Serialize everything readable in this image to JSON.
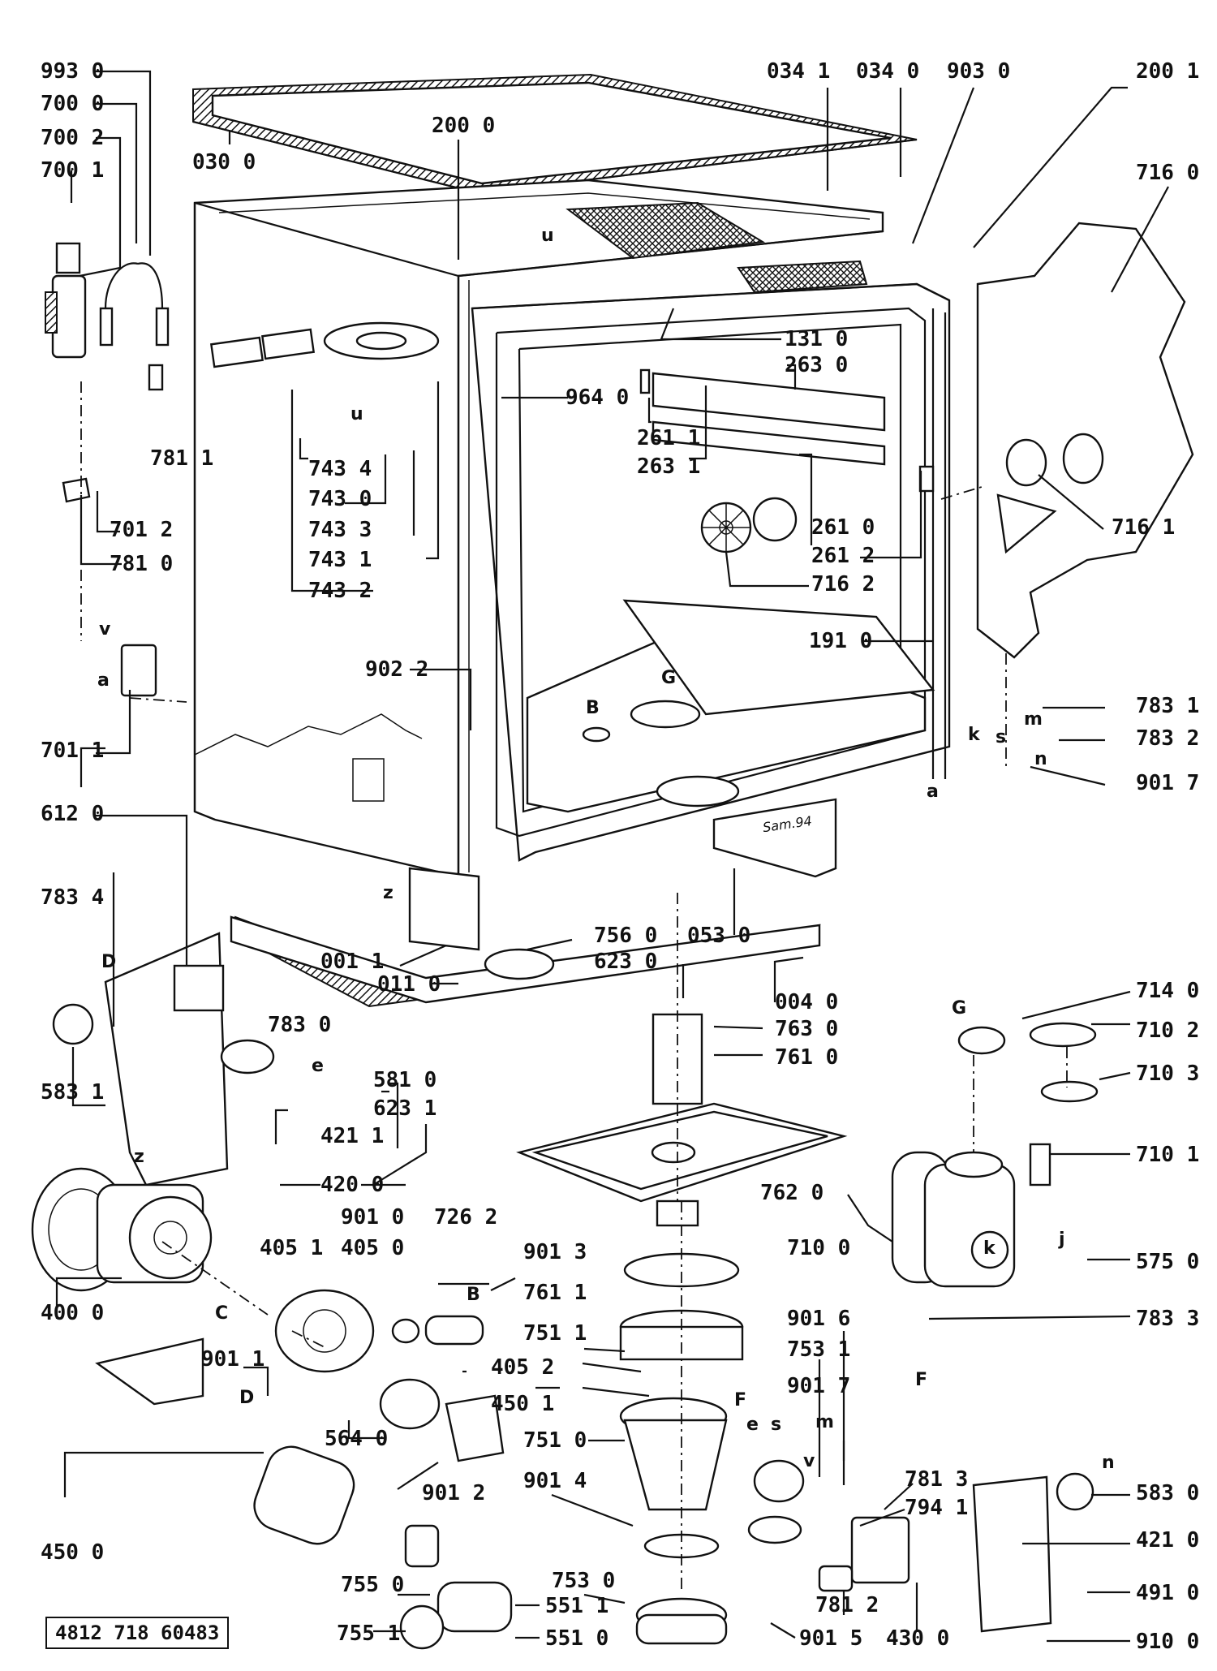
{
  "document_number": "4812 718 60483",
  "callouts": [
    {
      "id": "c-9930",
      "text": "993 0"
    },
    {
      "id": "c-7000",
      "text": "700 0"
    },
    {
      "id": "c-7002",
      "text": "700 2"
    },
    {
      "id": "c-7001",
      "text": "700 1"
    },
    {
      "id": "c-0300",
      "text": "030 0"
    },
    {
      "id": "c-2000",
      "text": "200 0"
    },
    {
      "id": "c-0341",
      "text": "034 1"
    },
    {
      "id": "c-0340",
      "text": "034 0"
    },
    {
      "id": "c-9030",
      "text": "903 0"
    },
    {
      "id": "c-2001",
      "text": "200 1"
    },
    {
      "id": "c-7160",
      "text": "716 0"
    },
    {
      "id": "c-1310",
      "text": "131 0"
    },
    {
      "id": "c-2630",
      "text": "263 0"
    },
    {
      "id": "c-9640",
      "text": "964 0"
    },
    {
      "id": "c-2611",
      "text": "261 1"
    },
    {
      "id": "c-2631",
      "text": "263 1"
    },
    {
      "id": "c-7811a",
      "text": "781 1"
    },
    {
      "id": "c-7434",
      "text": "743 4"
    },
    {
      "id": "c-7430",
      "text": "743 0"
    },
    {
      "id": "c-7433",
      "text": "743 3"
    },
    {
      "id": "c-7431",
      "text": "743 1"
    },
    {
      "id": "c-7432",
      "text": "743 2"
    },
    {
      "id": "c-7012",
      "text": "701 2"
    },
    {
      "id": "c-7810",
      "text": "781 0"
    },
    {
      "id": "c-2610",
      "text": "261 0"
    },
    {
      "id": "c-2612",
      "text": "261 2"
    },
    {
      "id": "c-7162",
      "text": "716 2"
    },
    {
      "id": "c-7161",
      "text": "716 1"
    },
    {
      "id": "c-1910",
      "text": "191 0"
    },
    {
      "id": "c-9022",
      "text": "902 2"
    },
    {
      "id": "c-7831",
      "text": "783 1"
    },
    {
      "id": "c-7832",
      "text": "783 2"
    },
    {
      "id": "c-9017a",
      "text": "901 7"
    },
    {
      "id": "c-7011",
      "text": "701 1"
    },
    {
      "id": "c-6120",
      "text": "612 0"
    },
    {
      "id": "c-7834",
      "text": "783 4"
    },
    {
      "id": "c-7560",
      "text": "756 0"
    },
    {
      "id": "c-0530",
      "text": "053 0"
    },
    {
      "id": "c-0011",
      "text": "001 1"
    },
    {
      "id": "c-6230",
      "text": "623 0"
    },
    {
      "id": "c-0110",
      "text": "011 0"
    },
    {
      "id": "c-0040",
      "text": "004 0"
    },
    {
      "id": "c-7830",
      "text": "783 0"
    },
    {
      "id": "c-7630",
      "text": "763 0"
    },
    {
      "id": "c-7610",
      "text": "761 0"
    },
    {
      "id": "c-7140",
      "text": "714 0"
    },
    {
      "id": "c-7102",
      "text": "710 2"
    },
    {
      "id": "c-7103",
      "text": "710 3"
    },
    {
      "id": "c-5831a",
      "text": "583 1"
    },
    {
      "id": "c-5810",
      "text": "581 0"
    },
    {
      "id": "c-6231",
      "text": "623 1"
    },
    {
      "id": "c-4211",
      "text": "421 1"
    },
    {
      "id": "c-7101",
      "text": "710 1"
    },
    {
      "id": "c-4200",
      "text": "420 0"
    },
    {
      "id": "c-7620",
      "text": "762 0"
    },
    {
      "id": "c-9010",
      "text": "901 0"
    },
    {
      "id": "c-7262",
      "text": "726 2"
    },
    {
      "id": "c-4051",
      "text": "405 1"
    },
    {
      "id": "c-4050",
      "text": "405 0"
    },
    {
      "id": "c-7100",
      "text": "710 0"
    },
    {
      "id": "c-9013",
      "text": "901 3"
    },
    {
      "id": "c-5750",
      "text": "575 0"
    },
    {
      "id": "c-4000",
      "text": "400 0"
    },
    {
      "id": "c-7611",
      "text": "761 1"
    },
    {
      "id": "c-9016",
      "text": "901 6"
    },
    {
      "id": "c-7833",
      "text": "783 3"
    },
    {
      "id": "c-7511",
      "text": "751 1"
    },
    {
      "id": "c-7531",
      "text": "753 1"
    },
    {
      "id": "c-9011",
      "text": "901 1"
    },
    {
      "id": "c-4052",
      "text": "405 2"
    },
    {
      "id": "c-9017b",
      "text": "901 7"
    },
    {
      "id": "c-4501",
      "text": "450 1"
    },
    {
      "id": "c-5640",
      "text": "564 0"
    },
    {
      "id": "c-7510",
      "text": "751 0"
    },
    {
      "id": "c-7813",
      "text": "781 3"
    },
    {
      "id": "c-5830",
      "text": "583 0"
    },
    {
      "id": "c-9012",
      "text": "901 2"
    },
    {
      "id": "c-9014",
      "text": "901 4"
    },
    {
      "id": "c-7941",
      "text": "794 1"
    },
    {
      "id": "c-4500",
      "text": "450 0"
    },
    {
      "id": "c-4210",
      "text": "421 0"
    },
    {
      "id": "c-7550",
      "text": "755 0"
    },
    {
      "id": "c-7530",
      "text": "753 0"
    },
    {
      "id": "c-5511",
      "text": "551 1"
    },
    {
      "id": "c-7812",
      "text": "781 2"
    },
    {
      "id": "c-4910",
      "text": "491 0"
    },
    {
      "id": "c-7551",
      "text": "755 1"
    },
    {
      "id": "c-5510",
      "text": "551 0"
    },
    {
      "id": "c-9015",
      "text": "901 5"
    },
    {
      "id": "c-4300",
      "text": "430 0"
    },
    {
      "id": "c-9100",
      "text": "910 0"
    }
  ],
  "letters": [
    "u",
    "u",
    "v",
    "a",
    "B",
    "G",
    "k",
    "s",
    "m",
    "n",
    "a",
    "z",
    "z",
    "D",
    "e",
    "C",
    "B",
    "D",
    "F",
    "G",
    "F",
    "e",
    "s",
    "m",
    "v",
    "k",
    "j",
    "n"
  ],
  "stamp": "Sam.94"
}
